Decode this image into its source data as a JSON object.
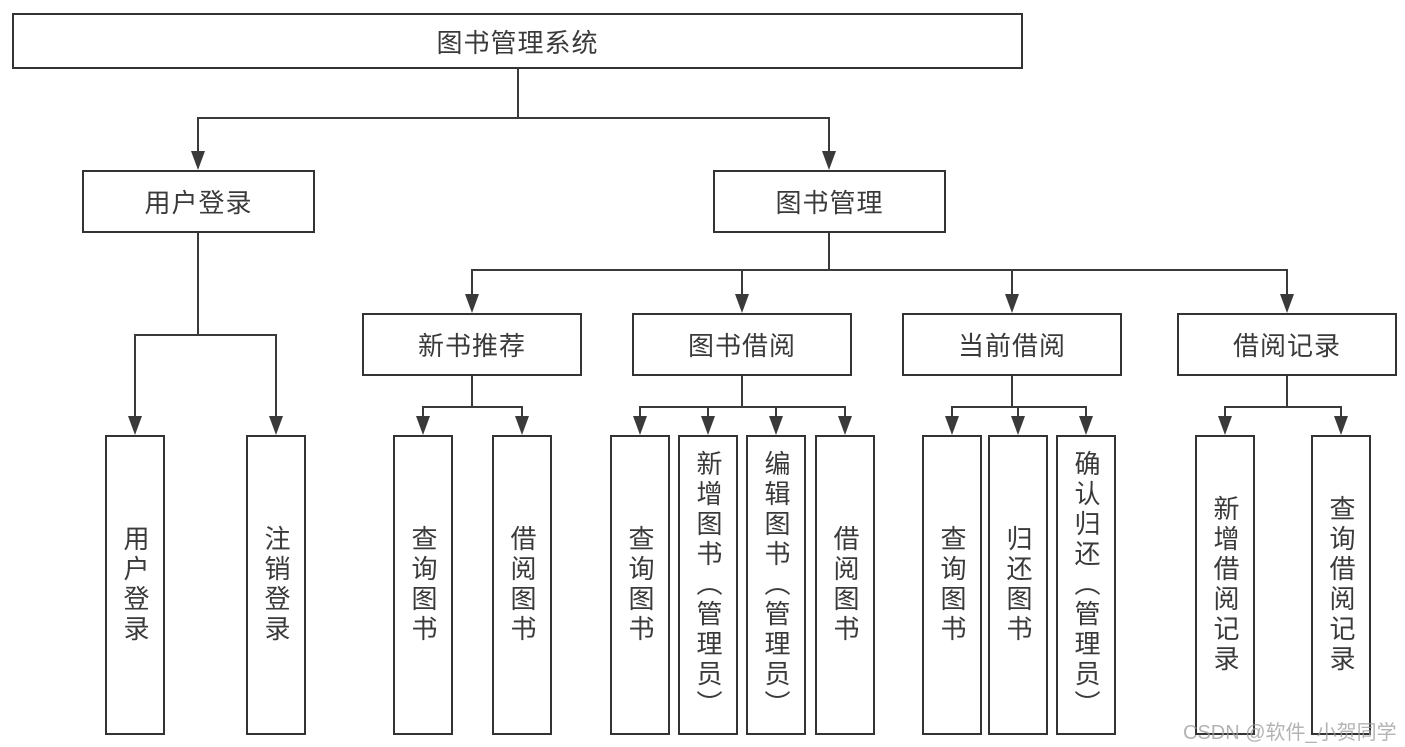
{
  "diagram_type": "hierarchy-tree",
  "tree": {
    "label": "图书管理系统",
    "children": [
      {
        "label": "用户登录",
        "children": [
          {
            "label": "用户登录"
          },
          {
            "label": "注销登录"
          }
        ]
      },
      {
        "label": "图书管理",
        "children": [
          {
            "label": "新书推荐",
            "children": [
              {
                "label": "查询图书"
              },
              {
                "label": "借阅图书"
              }
            ]
          },
          {
            "label": "图书借阅",
            "children": [
              {
                "label": "查询图书"
              },
              {
                "label": "新增图书（管理员）"
              },
              {
                "label": "编辑图书（管理员）"
              },
              {
                "label": "借阅图书"
              }
            ]
          },
          {
            "label": "当前借阅",
            "children": [
              {
                "label": "查询图书"
              },
              {
                "label": "归还图书"
              },
              {
                "label": "确认归还（管理员）"
              }
            ]
          },
          {
            "label": "借阅记录",
            "children": [
              {
                "label": "新增借阅记录"
              },
              {
                "label": "查询借阅记录"
              }
            ]
          }
        ]
      }
    ]
  },
  "watermark": "CSDN @软件_小贺同学",
  "colors": {
    "line": "#3a3a3a",
    "box_border": "#333333",
    "box_background": "#ffffff",
    "text": "#3a3a3a",
    "watermark": "#9e9e9e"
  }
}
